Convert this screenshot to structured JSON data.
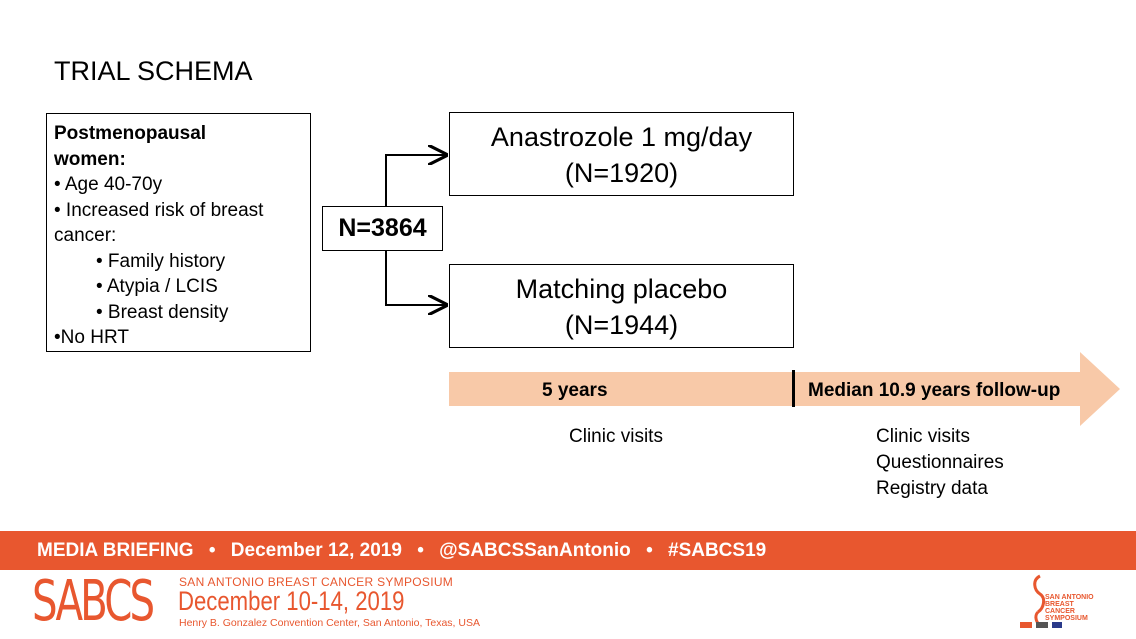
{
  "slide": {
    "title": "TRIAL SCHEMA",
    "criteria": {
      "header": "Postmenopausal women:",
      "items": [
        "• Age 40-70y",
        "• Increased risk of breast",
        "cancer:",
        "• Family history",
        "• Atypia / LCIS",
        "• Breast density",
        "•No HRT"
      ]
    },
    "randomized": "N=3864",
    "arms": [
      {
        "line1": "Anastrozole 1 mg/day",
        "line2": "(N=1920)"
      },
      {
        "line1": "Matching placebo",
        "line2": "(N=1944)"
      }
    ],
    "timeline": {
      "phase1": "5 years",
      "phase2": "Median 10.9 years follow-up",
      "arrow_color": "#f8c9a8",
      "phase1_items": [
        "Clinic visits"
      ],
      "phase2_items": [
        "Clinic visits",
        "Questionnaires",
        "Registry data"
      ]
    }
  },
  "banner": {
    "text1": "MEDIA BRIEFING",
    "text2": "December 12, 2019",
    "text3": "@SABCSSanAntonio",
    "text4": "#SABCS19",
    "separator": "•",
    "color": "#e8572f"
  },
  "footer": {
    "logo": "SABCS",
    "symposium": "SAN ANTONIO BREAST CANCER SYMPOSIUM",
    "dates": "December 10-14, 2019",
    "venue": "Henry B. Gonzalez Convention Center, San Antonio, Texas, USA",
    "right_logo_lines": [
      "SAN ANTONIO",
      "BREAST CANCER",
      "SYMPOSIUM"
    ]
  }
}
